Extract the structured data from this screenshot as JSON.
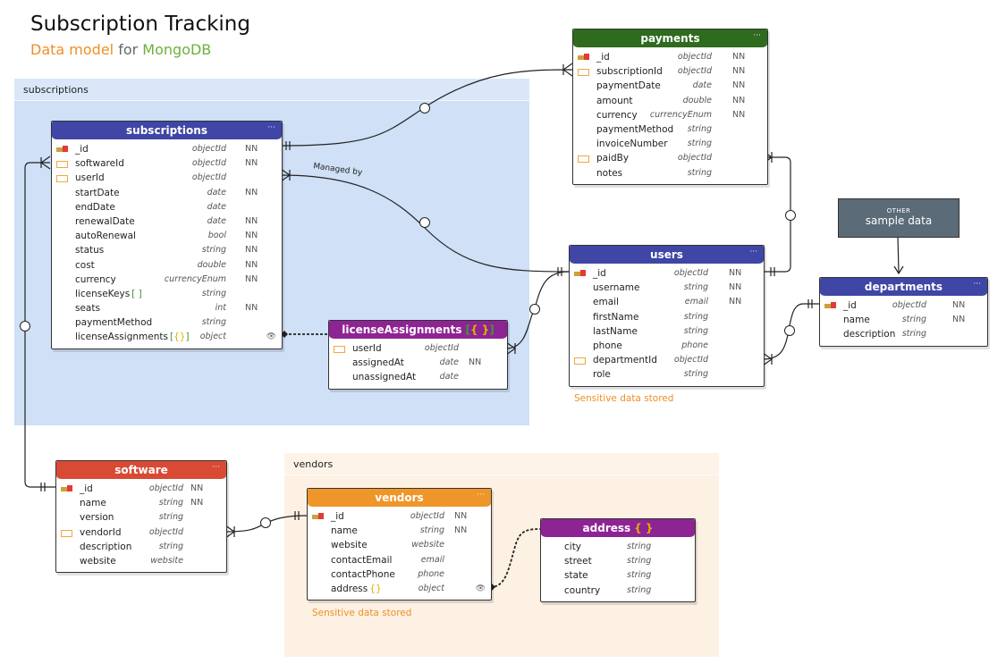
{
  "header": {
    "title": "Subscription Tracking",
    "subtitle_part1": "Data model",
    "subtitle_part2": "for",
    "subtitle_part3": "MongoDB"
  },
  "colors": {
    "subscriptions_header": "#3f46a5",
    "payments_header": "#2e6b1e",
    "users_header": "#3f46a5",
    "departments_header": "#3f46a5",
    "license_header": "#8e2494",
    "software_header": "#d94a35",
    "vendors_header": "#ef962a",
    "address_header": "#8e2494",
    "other_box": "#5b6b77",
    "sensitive_note": "#ef8f26"
  },
  "groups": {
    "subscriptions": "subscriptions",
    "vendors": "vendors"
  },
  "relationship_label": "Managed by",
  "other_box": {
    "small": "OTHER",
    "big": "sample data"
  },
  "entities": {
    "subscriptions": {
      "title": "subscriptions",
      "menu": "···",
      "fields": [
        {
          "name": "_id",
          "type": "objectId",
          "nn": "NN",
          "icon": "pk"
        },
        {
          "name": "softwareId",
          "type": "objectId",
          "nn": "NN",
          "icon": "fk"
        },
        {
          "name": "userId",
          "type": "objectId",
          "nn": "",
          "icon": "fk"
        },
        {
          "name": "startDate",
          "type": "date",
          "nn": "NN",
          "icon": ""
        },
        {
          "name": "endDate",
          "type": "date",
          "nn": "",
          "icon": ""
        },
        {
          "name": "renewalDate",
          "type": "date",
          "nn": "NN",
          "icon": ""
        },
        {
          "name": "autoRenewal",
          "type": "bool",
          "nn": "NN",
          "icon": ""
        },
        {
          "name": "status",
          "type": "string",
          "nn": "NN",
          "icon": ""
        },
        {
          "name": "cost",
          "type": "double",
          "nn": "NN",
          "icon": ""
        },
        {
          "name": "currency",
          "type": "currencyEnum",
          "nn": "NN",
          "icon": ""
        },
        {
          "name": "licenseKeys",
          "suffix": "[ ]",
          "type": "string",
          "nn": "",
          "icon": ""
        },
        {
          "name": "seats",
          "type": "int",
          "nn": "NN",
          "icon": ""
        },
        {
          "name": "paymentMethod",
          "type": "string",
          "nn": "",
          "icon": ""
        },
        {
          "name": "licenseAssignments",
          "suffix": "[{}]",
          "type": "object",
          "nn": "",
          "icon": "",
          "eye": "👁"
        }
      ]
    },
    "payments": {
      "title": "payments",
      "menu": "···",
      "fields": [
        {
          "name": "_id",
          "type": "objectId",
          "nn": "NN",
          "icon": "pk"
        },
        {
          "name": "subscriptionId",
          "type": "objectId",
          "nn": "NN",
          "icon": "fk"
        },
        {
          "name": "paymentDate",
          "type": "date",
          "nn": "NN",
          "icon": ""
        },
        {
          "name": "amount",
          "type": "double",
          "nn": "NN",
          "icon": ""
        },
        {
          "name": "currency",
          "type": "currencyEnum",
          "nn": "NN",
          "icon": ""
        },
        {
          "name": "paymentMethod",
          "type": "string",
          "nn": "",
          "icon": ""
        },
        {
          "name": "invoiceNumber",
          "type": "string",
          "nn": "",
          "icon": ""
        },
        {
          "name": "paidBy",
          "type": "objectId",
          "nn": "",
          "icon": "fk"
        },
        {
          "name": "notes",
          "type": "string",
          "nn": "",
          "icon": ""
        }
      ]
    },
    "users": {
      "title": "users",
      "menu": "···",
      "note": "Sensitive data stored",
      "fields": [
        {
          "name": "_id",
          "type": "objectId",
          "nn": "NN",
          "icon": "pk"
        },
        {
          "name": "username",
          "type": "string",
          "nn": "NN",
          "icon": ""
        },
        {
          "name": "email",
          "type": "email",
          "nn": "NN",
          "icon": ""
        },
        {
          "name": "firstName",
          "type": "string",
          "nn": "",
          "icon": ""
        },
        {
          "name": "lastName",
          "type": "string",
          "nn": "",
          "icon": ""
        },
        {
          "name": "phone",
          "type": "phone",
          "nn": "",
          "icon": ""
        },
        {
          "name": "departmentId",
          "type": "objectId",
          "nn": "",
          "icon": "fk"
        },
        {
          "name": "role",
          "type": "string",
          "nn": "",
          "icon": ""
        }
      ]
    },
    "departments": {
      "title": "departments",
      "menu": "···",
      "fields": [
        {
          "name": "_id",
          "type": "objectId",
          "nn": "NN",
          "icon": "pk"
        },
        {
          "name": "name",
          "type": "string",
          "nn": "NN",
          "icon": ""
        },
        {
          "name": "description",
          "type": "string",
          "nn": "",
          "icon": ""
        }
      ]
    },
    "licenseAssignments": {
      "title": "licenseAssignments",
      "title_suffix": "[{}]",
      "fields": [
        {
          "name": "userId",
          "type": "objectId",
          "nn": "",
          "icon": "fk"
        },
        {
          "name": "assignedAt",
          "type": "date",
          "nn": "NN",
          "icon": ""
        },
        {
          "name": "unassignedAt",
          "type": "date",
          "nn": "",
          "icon": ""
        }
      ]
    },
    "software": {
      "title": "software",
      "menu": "···",
      "fields": [
        {
          "name": "_id",
          "type": "objectId",
          "nn": "NN",
          "icon": "pk"
        },
        {
          "name": "name",
          "type": "string",
          "nn": "NN",
          "icon": ""
        },
        {
          "name": "version",
          "type": "string",
          "nn": "",
          "icon": ""
        },
        {
          "name": "vendorId",
          "type": "objectId",
          "nn": "",
          "icon": "fk"
        },
        {
          "name": "description",
          "type": "string",
          "nn": "",
          "icon": ""
        },
        {
          "name": "website",
          "type": "website",
          "nn": "",
          "icon": ""
        }
      ]
    },
    "vendors": {
      "title": "vendors",
      "menu": "···",
      "note": "Sensitive data stored",
      "fields": [
        {
          "name": "_id",
          "type": "objectId",
          "nn": "NN",
          "icon": "pk"
        },
        {
          "name": "name",
          "type": "string",
          "nn": "NN",
          "icon": ""
        },
        {
          "name": "website",
          "type": "website",
          "nn": "",
          "icon": ""
        },
        {
          "name": "contactEmail",
          "type": "email",
          "nn": "",
          "icon": ""
        },
        {
          "name": "contactPhone",
          "type": "phone",
          "nn": "",
          "icon": ""
        },
        {
          "name": "address",
          "suffix": "{}",
          "type": "object",
          "nn": "",
          "icon": "",
          "eye": "👁"
        }
      ]
    },
    "address": {
      "title": "address",
      "title_suffix": "{}",
      "fields": [
        {
          "name": "city",
          "type": "string",
          "nn": "",
          "icon": ""
        },
        {
          "name": "street",
          "type": "string",
          "nn": "",
          "icon": ""
        },
        {
          "name": "state",
          "type": "string",
          "nn": "",
          "icon": ""
        },
        {
          "name": "country",
          "type": "string",
          "nn": "",
          "icon": ""
        }
      ]
    }
  }
}
